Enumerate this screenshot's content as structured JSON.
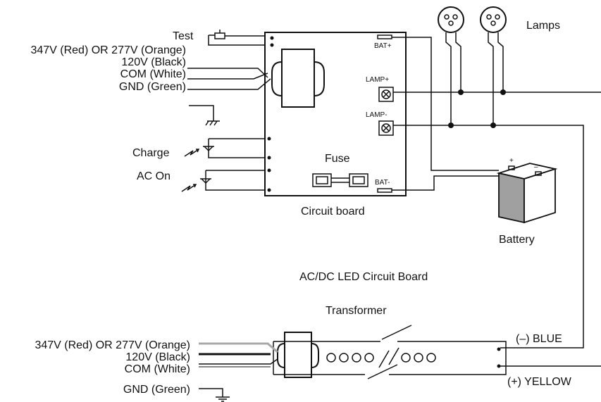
{
  "top_diagram": {
    "labels": {
      "test": "Test",
      "input_347": "347V (Red) OR 277V (Orange)",
      "input_120": "120V (Black)",
      "com": "COM (White)",
      "gnd": "GND (Green)",
      "charge": "Charge",
      "ac_on": "AC On",
      "fuse": "Fuse",
      "circuit_board": "Circuit board",
      "bat_plus": "BAT+",
      "bat_minus": "BAT-",
      "lamp_plus": "LAMP+",
      "lamp_minus": "LAMP-",
      "lamps": "Lamps",
      "battery": "Battery",
      "battery_plus_sign": "+",
      "battery_minus_sign": "–"
    }
  },
  "section_title": "AC/DC LED Circuit Board",
  "bottom_diagram": {
    "labels": {
      "transformer": "Transformer",
      "input_347": "347V (Red) OR 277V (Orange)",
      "input_120": "120V (Black)",
      "com": "COM (White)",
      "gnd": "GND (Green)",
      "neg_blue": "(–) BLUE",
      "pos_yellow": "(+) YELLOW"
    }
  },
  "colors": {
    "wire": "#111111",
    "red_orange_wire": "#a8a8a8",
    "battery_side": "#a0a0a0"
  }
}
